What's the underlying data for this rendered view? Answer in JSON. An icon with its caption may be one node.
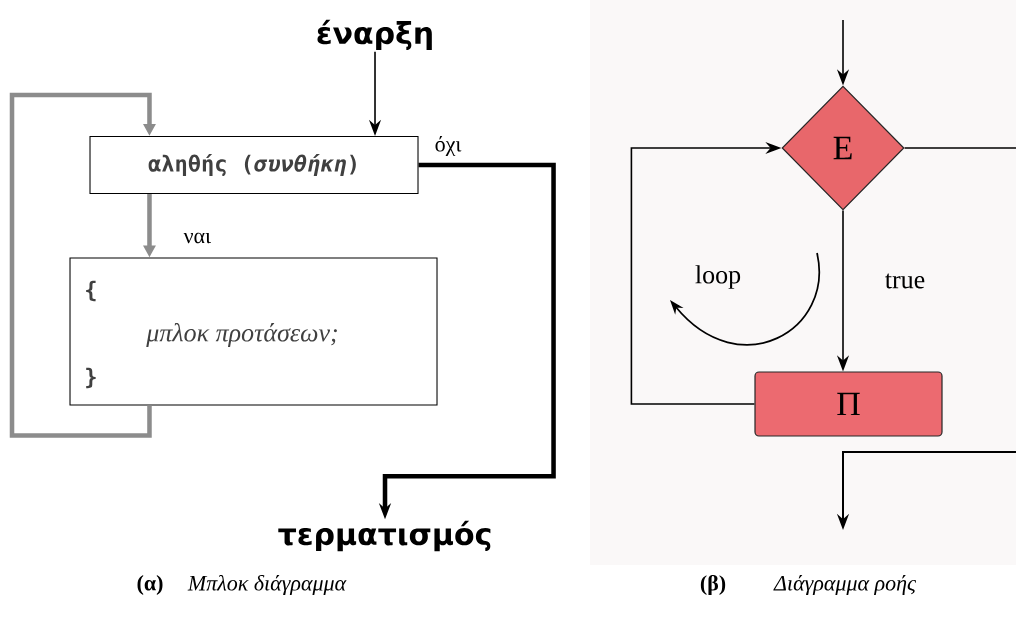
{
  "diagram": {
    "nodes": [
      {
        "text": [
          "έναρξη"
        ]
      },
      {
        "text": [
          "αληθής (*συνθήκη*)"
        ]
      },
      {
        "text": [
          "{",
          "μπλοκ προτάσεων;",
          "}"
        ]
      },
      {
        "text": [
          "τερματισμός"
        ]
      },
      {
        "text": [
          "Ε"
        ]
      },
      {
        "text": [
          "Π"
        ]
      }
    ],
    "edges": [
      {
        "from": 0,
        "to": 1,
        "arrow": "to"
      },
      {
        "from": 1,
        "to": 2,
        "arrow": "to",
        "label": "ναι",
        "style": "thick",
        "color": "#8c8c8c"
      },
      {
        "from": 2,
        "to": 1,
        "arrow": "to",
        "style": "thick",
        "color": "#8c8c8c"
      },
      {
        "from": 1,
        "to": 3,
        "arrow": "to",
        "label": "όχι",
        "style": "thick"
      },
      {
        "from": null,
        "to": 4,
        "arrow": "to"
      },
      {
        "from": 4,
        "to": 5,
        "arrow": "to",
        "label": "true"
      },
      {
        "from": 5,
        "to": 4,
        "arrow": "to"
      },
      {
        "from": 4,
        "to": null,
        "arrow": "none"
      }
    ],
    "labels": [
      "loop",
      "(α)",
      "Μπλοκ διάγραμμα",
      "(β)",
      "Διάγραμμα ροής"
    ]
  }
}
